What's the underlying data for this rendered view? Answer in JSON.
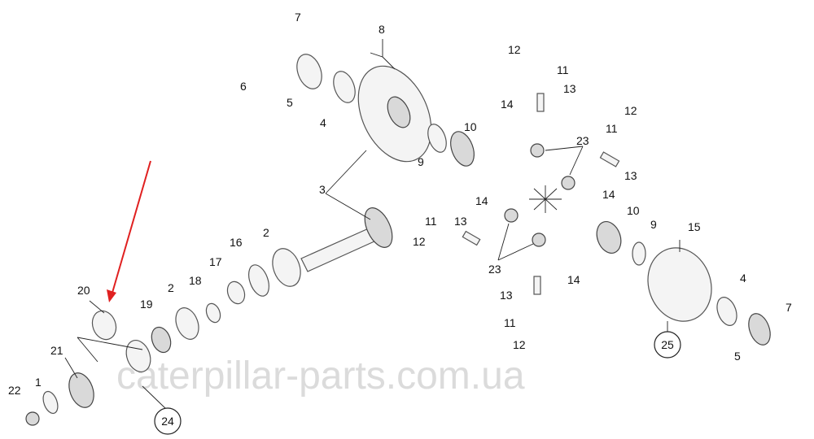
{
  "diagram": {
    "watermark": "caterpillar-parts.com.ua",
    "callouts": [
      "7",
      "8",
      "6",
      "5",
      "4",
      "12",
      "11",
      "13",
      "14",
      "10",
      "12",
      "11",
      "23",
      "9",
      "13",
      "14",
      "3",
      "14",
      "11",
      "13",
      "10",
      "9",
      "15",
      "2",
      "16",
      "12",
      "17",
      "23",
      "14",
      "20",
      "18",
      "2",
      "19",
      "13",
      "4",
      "7",
      "11",
      "12",
      "25",
      "5",
      "21",
      "1",
      "22",
      "24"
    ],
    "accent_arrow_color": "#e02020"
  }
}
